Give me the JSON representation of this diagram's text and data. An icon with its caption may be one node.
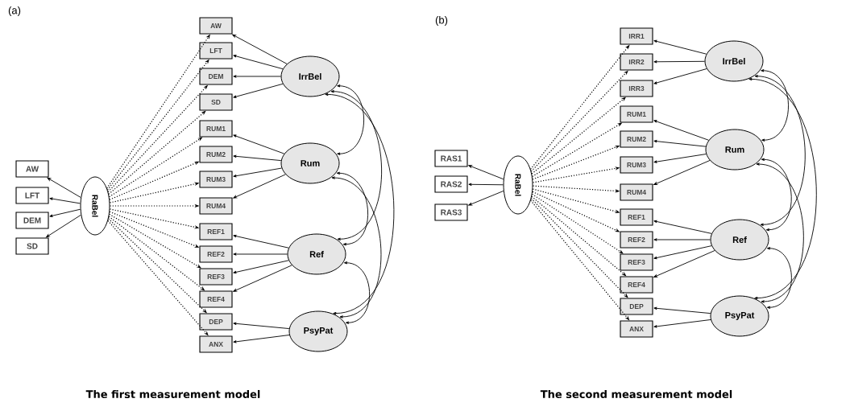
{
  "diagram": {
    "nodes": [
      {
        "text": [
          "AW"
        ]
      },
      {
        "text": [
          "LFT"
        ]
      },
      {
        "text": [
          "DEM"
        ]
      },
      {
        "text": [
          "SD"
        ]
      },
      {
        "text": [
          "RaBel"
        ]
      },
      {
        "text": [
          "AW"
        ]
      },
      {
        "text": [
          "LFT"
        ]
      },
      {
        "text": [
          "DEM"
        ]
      },
      {
        "text": [
          "SD"
        ]
      },
      {
        "text": [
          "RUM1"
        ]
      },
      {
        "text": [
          "RUM2"
        ]
      },
      {
        "text": [
          "RUM3"
        ]
      },
      {
        "text": [
          "RUM4"
        ]
      },
      {
        "text": [
          "REF1"
        ]
      },
      {
        "text": [
          "REF2"
        ]
      },
      {
        "text": [
          "REF3"
        ]
      },
      {
        "text": [
          "REF4"
        ]
      },
      {
        "text": [
          "DEP"
        ]
      },
      {
        "text": [
          "ANX"
        ]
      },
      {
        "text": [
          "IrrBel"
        ]
      },
      {
        "text": [
          "Rum"
        ]
      },
      {
        "text": [
          "Ref"
        ]
      },
      {
        "text": [
          "PsyPat"
        ]
      },
      {
        "text": [
          "RAS1"
        ]
      },
      {
        "text": [
          "RAS2"
        ]
      },
      {
        "text": [
          "RAS3"
        ]
      },
      {
        "text": [
          "RaBel"
        ]
      },
      {
        "text": [
          "IRR1"
        ]
      },
      {
        "text": [
          "IRR2"
        ]
      },
      {
        "text": [
          "IRR3"
        ]
      },
      {
        "text": [
          "RUM1"
        ]
      },
      {
        "text": [
          "RUM2"
        ]
      },
      {
        "text": [
          "RUM3"
        ]
      },
      {
        "text": [
          "RUM4"
        ]
      },
      {
        "text": [
          "REF1"
        ]
      },
      {
        "text": [
          "REF2"
        ]
      },
      {
        "text": [
          "REF3"
        ]
      },
      {
        "text": [
          "REF4"
        ]
      },
      {
        "text": [
          "DEP"
        ]
      },
      {
        "text": [
          "ANX"
        ]
      },
      {
        "text": [
          "IrrBel"
        ]
      },
      {
        "text": [
          "Rum"
        ]
      },
      {
        "text": [
          "Ref"
        ]
      },
      {
        "text": [
          "PsyPat"
        ]
      }
    ],
    "edges": [
      {
        "from": 4,
        "to": 0,
        "arrow": "to"
      },
      {
        "from": 4,
        "to": 1,
        "arrow": "to"
      },
      {
        "from": 4,
        "to": 2,
        "arrow": "to"
      },
      {
        "from": 4,
        "to": 3,
        "arrow": "to"
      },
      {
        "from": 4,
        "to": 5,
        "arrow": "to",
        "style": "dashed"
      },
      {
        "from": 4,
        "to": 6,
        "arrow": "to",
        "style": "dashed"
      },
      {
        "from": 4,
        "to": 7,
        "arrow": "to",
        "style": "dashed"
      },
      {
        "from": 4,
        "to": 8,
        "arrow": "to",
        "style": "dashed"
      },
      {
        "from": 4,
        "to": 9,
        "arrow": "to",
        "style": "dashed"
      },
      {
        "from": 4,
        "to": 10,
        "arrow": "to",
        "style": "dashed"
      },
      {
        "from": 4,
        "to": 11,
        "arrow": "to",
        "style": "dashed"
      },
      {
        "from": 4,
        "to": 12,
        "arrow": "to",
        "style": "dashed"
      },
      {
        "from": 4,
        "to": 13,
        "arrow": "to",
        "style": "dashed"
      },
      {
        "from": 4,
        "to": 14,
        "arrow": "to",
        "style": "dashed"
      },
      {
        "from": 4,
        "to": 15,
        "arrow": "to",
        "style": "dashed"
      },
      {
        "from": 4,
        "to": 16,
        "arrow": "to",
        "style": "dashed"
      },
      {
        "from": 4,
        "to": 17,
        "arrow": "to",
        "style": "dashed"
      },
      {
        "from": 4,
        "to": 18,
        "arrow": "to",
        "style": "dashed"
      },
      {
        "from": 19,
        "to": 5,
        "arrow": "to"
      },
      {
        "from": 19,
        "to": 6,
        "arrow": "to"
      },
      {
        "from": 19,
        "to": 7,
        "arrow": "to"
      },
      {
        "from": 19,
        "to": 8,
        "arrow": "to"
      },
      {
        "from": 20,
        "to": 9,
        "arrow": "to"
      },
      {
        "from": 20,
        "to": 10,
        "arrow": "to"
      },
      {
        "from": 20,
        "to": 11,
        "arrow": "to"
      },
      {
        "from": 20,
        "to": 12,
        "arrow": "to"
      },
      {
        "from": 21,
        "to": 13,
        "arrow": "to"
      },
      {
        "from": 21,
        "to": 14,
        "arrow": "to"
      },
      {
        "from": 21,
        "to": 15,
        "arrow": "to"
      },
      {
        "from": 21,
        "to": 16,
        "arrow": "to"
      },
      {
        "from": 22,
        "to": 17,
        "arrow": "to"
      },
      {
        "from": 22,
        "to": 18,
        "arrow": "to"
      },
      {
        "from": 19,
        "to": 20,
        "arrow": "both"
      },
      {
        "from": 19,
        "to": 21,
        "arrow": "both"
      },
      {
        "from": 19,
        "to": 22,
        "arrow": "both"
      },
      {
        "from": 20,
        "to": 21,
        "arrow": "both"
      },
      {
        "from": 20,
        "to": 22,
        "arrow": "both"
      },
      {
        "from": 21,
        "to": 22,
        "arrow": "both"
      },
      {
        "from": 26,
        "to": 23,
        "arrow": "to"
      },
      {
        "from": 26,
        "to": 24,
        "arrow": "to"
      },
      {
        "from": 26,
        "to": 25,
        "arrow": "to"
      },
      {
        "from": 26,
        "to": 27,
        "arrow": "to",
        "style": "dashed"
      },
      {
        "from": 26,
        "to": 28,
        "arrow": "to",
        "style": "dashed"
      },
      {
        "from": 26,
        "to": 29,
        "arrow": "to",
        "style": "dashed"
      },
      {
        "from": 26,
        "to": 30,
        "arrow": "to",
        "style": "dashed"
      },
      {
        "from": 26,
        "to": 31,
        "arrow": "to",
        "style": "dashed"
      },
      {
        "from": 26,
        "to": 32,
        "arrow": "to",
        "style": "dashed"
      },
      {
        "from": 26,
        "to": 33,
        "arrow": "to",
        "style": "dashed"
      },
      {
        "from": 26,
        "to": 34,
        "arrow": "to",
        "style": "dashed"
      },
      {
        "from": 26,
        "to": 35,
        "arrow": "to",
        "style": "dashed"
      },
      {
        "from": 26,
        "to": 36,
        "arrow": "to",
        "style": "dashed"
      },
      {
        "from": 26,
        "to": 37,
        "arrow": "to",
        "style": "dashed"
      },
      {
        "from": 26,
        "to": 38,
        "arrow": "to",
        "style": "dashed"
      },
      {
        "from": 26,
        "to": 39,
        "arrow": "to",
        "style": "dashed"
      },
      {
        "from": 40,
        "to": 27,
        "arrow": "to"
      },
      {
        "from": 40,
        "to": 28,
        "arrow": "to"
      },
      {
        "from": 40,
        "to": 29,
        "arrow": "to"
      },
      {
        "from": 41,
        "to": 30,
        "arrow": "to"
      },
      {
        "from": 41,
        "to": 31,
        "arrow": "to"
      },
      {
        "from": 41,
        "to": 32,
        "arrow": "to"
      },
      {
        "from": 41,
        "to": 33,
        "arrow": "to"
      },
      {
        "from": 42,
        "to": 34,
        "arrow": "to"
      },
      {
        "from": 42,
        "to": 35,
        "arrow": "to"
      },
      {
        "from": 42,
        "to": 36,
        "arrow": "to"
      },
      {
        "from": 42,
        "to": 37,
        "arrow": "to"
      },
      {
        "from": 43,
        "to": 38,
        "arrow": "to"
      },
      {
        "from": 43,
        "to": 39,
        "arrow": "to"
      },
      {
        "from": 40,
        "to": 41,
        "arrow": "both"
      },
      {
        "from": 40,
        "to": 42,
        "arrow": "both"
      },
      {
        "from": 40,
        "to": 43,
        "arrow": "both"
      },
      {
        "from": 41,
        "to": 42,
        "arrow": "both"
      },
      {
        "from": 41,
        "to": 43,
        "arrow": "both"
      },
      {
        "from": 42,
        "to": 43,
        "arrow": "both"
      }
    ],
    "labels": [
      "(a)",
      "(b)",
      "The first measurement model",
      "The second measurement model"
    ]
  }
}
